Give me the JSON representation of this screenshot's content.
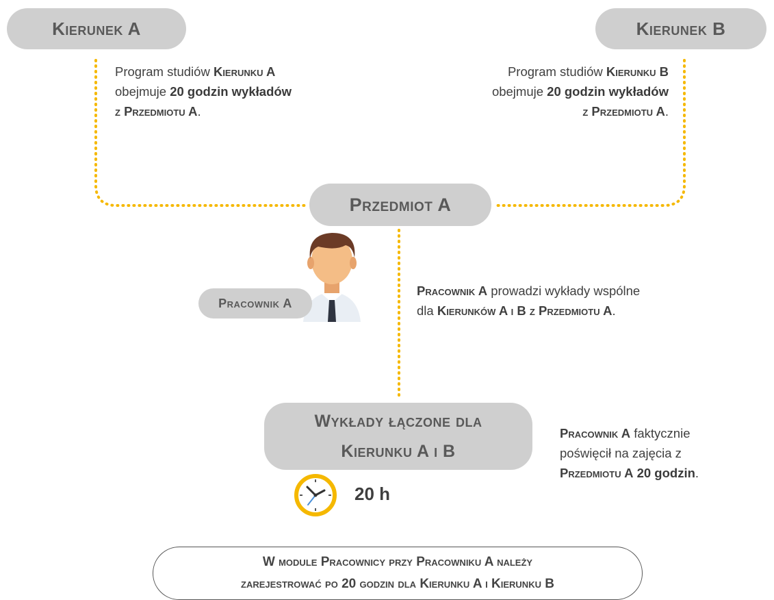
{
  "nodes": {
    "kierunek_a": "Kierunek A",
    "kierunek_b": "Kierunek B",
    "przedmiot_a": "Przedmiot A",
    "pracownik_a": "Pracownik A",
    "wyklady_line1": "Wykłady łączone dla",
    "wyklady_line2": "Kierunku A i B"
  },
  "note_a": {
    "l1_pre": "Program studiów ",
    "l1_sc": "Kierunku A",
    "l2_pre": "obejmuje ",
    "l2_bold": "20 godzin wykładów",
    "l3_sc": "z Przedmiotu A",
    "l3_post": "."
  },
  "note_b": {
    "l1_pre": "Program studiów ",
    "l1_sc": "Kierunku B",
    "l2_pre": "obejmuje ",
    "l2_bold": "20 godzin wykładów",
    "l3_sc": "z Przedmiotu A",
    "l3_post": "."
  },
  "note_pracownik": {
    "l1_sc": "Pracownik A",
    "l1_post": " prowadzi wykłady wspólne",
    "l2_pre": "dla ",
    "l2_sc": "Kierunków A i B z Przedmiotu A",
    "l2_post": "."
  },
  "note_fakt": {
    "l1_sc": "Pracownik A",
    "l1_post": " faktycznie",
    "l2": "poświęcił na zajęcia z",
    "l3_sc": "Przedmiotu A",
    "l3_bold": " 20 godzin",
    "l3_post": "."
  },
  "hours": "20 h",
  "footer": {
    "line1": "W module Pracownicy przy Pracowniku A należy",
    "line2": "zarejestrować po 20 godzin dla Kierunku A i Kierunku B"
  },
  "colors": {
    "pill": "#cfcfcf",
    "dotted_line": "#f5b800",
    "clock_ring": "#f5b800",
    "clock_hand": "#4a90d9"
  },
  "icons": [
    "person-icon",
    "clock-icon"
  ]
}
